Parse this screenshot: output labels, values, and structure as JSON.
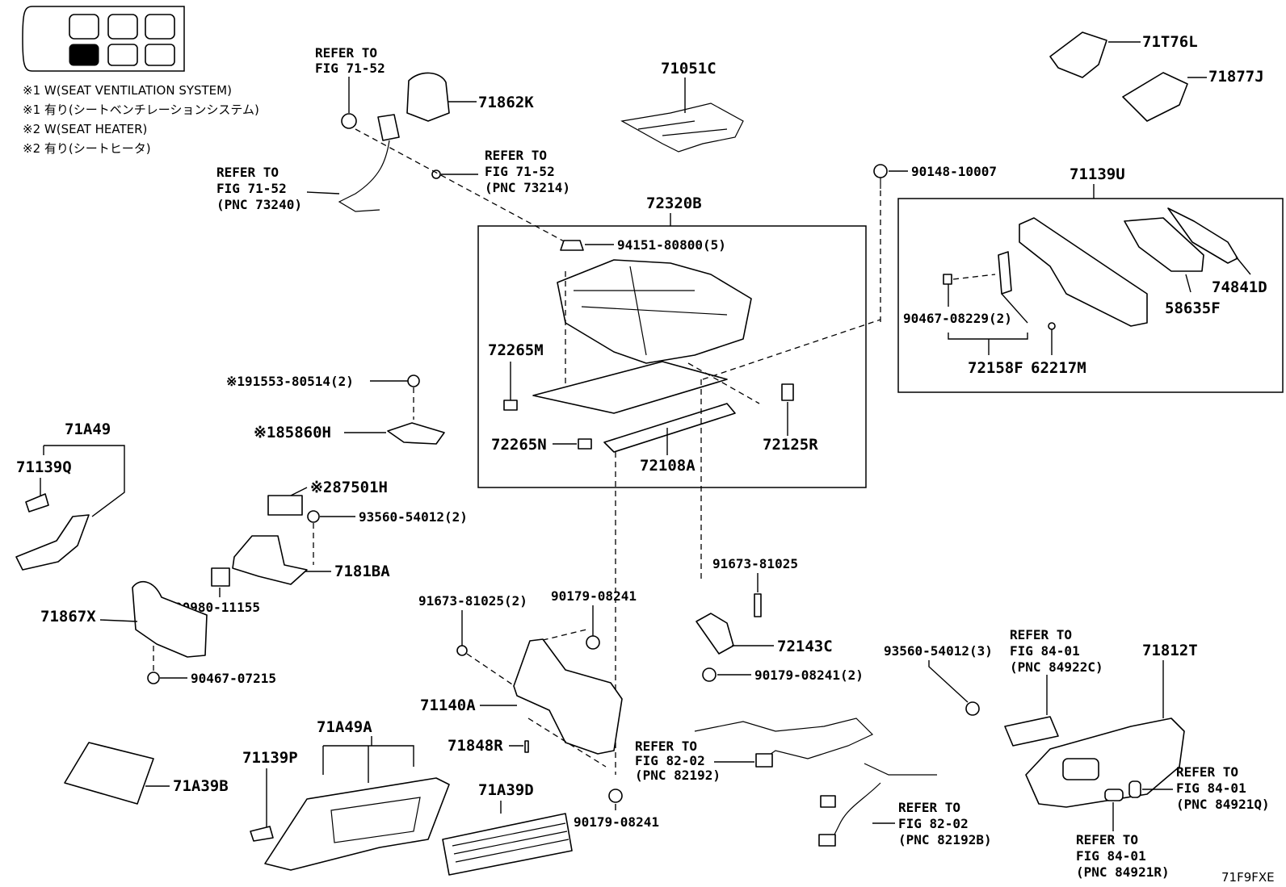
{
  "notes": {
    "n1": "※1 W(SEAT VENTILATION SYSTEM)",
    "n2": "※1 有り(シートベンチレーションシステム)",
    "n3": "※2 W(SEAT HEATER)",
    "n4": "※2 有り(シートヒータ)"
  },
  "labels": {
    "p71862K": "71862K",
    "p71051C": "71051C",
    "p71T76L": "71T76L",
    "p71877J": "71877J",
    "p72320B": "72320B",
    "p94151": "94151-80800(5)",
    "p90148": "90148-10007",
    "p71139U": "71139U",
    "p74841D": "74841D",
    "p58635F": "58635F",
    "p90467_08229": "90467-08229(2)",
    "p72158F": "72158F",
    "p62217M": "62217M",
    "p72265M": "72265M",
    "p72265N": "72265N",
    "p72108A": "72108A",
    "p72125R": "72125R",
    "p91553": "※191553-80514(2)",
    "p85860H": "※185860H",
    "p71A49": "71A49",
    "p71139Q": "71139Q",
    "p87501H": "※287501H",
    "p93560_a": "93560-54012(2)",
    "p7181BA": "7181BA",
    "p90980": "90980-11155",
    "p71867X": "71867X",
    "p90467_07215": "90467-07215",
    "p91673_2": "91673-81025(2)",
    "p90179_a": "90179-08241",
    "p91673": "91673-81025",
    "p72143C": "72143C",
    "p90179_b": "90179-08241(2)",
    "p71140A": "71140A",
    "p71848R": "71848R",
    "p90179_c": "90179-08241",
    "p71A49A": "71A49A",
    "p71139P": "71139P",
    "p71A39B": "71A39B",
    "p71A39D": "71A39D",
    "p93560_b": "93560-54012(3)",
    "p71812T": "71812T",
    "code": "71F9FXE"
  },
  "refs": {
    "r1": [
      "REFER TO",
      "FIG 71-52"
    ],
    "r2": [
      "REFER TO",
      "FIG 71-52",
      "(PNC 73240)"
    ],
    "r3": [
      "REFER TO",
      "FIG 71-52",
      "(PNC 73214)"
    ],
    "r4": [
      "REFER TO",
      "FIG 82-02",
      "(PNC 82192)"
    ],
    "r5": [
      "REFER TO",
      "FIG 82-02",
      "(PNC 82192B)"
    ],
    "r6": [
      "REFER TO",
      "FIG 84-01",
      "(PNC 84922C)"
    ],
    "r7": [
      "REFER TO",
      "FIG 84-01",
      "(PNC 84921Q)"
    ],
    "r8": [
      "REFER TO",
      "FIG 84-01",
      "(PNC 84921R)"
    ]
  }
}
